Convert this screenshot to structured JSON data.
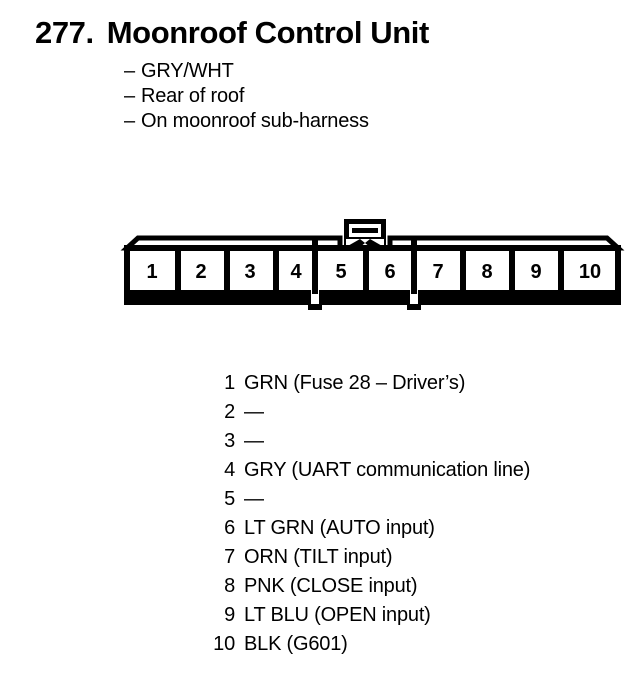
{
  "header": {
    "number": "277.",
    "title": "Moonroof Control Unit",
    "bullets": [
      {
        "dash": "–",
        "text": "GRY/WHT"
      },
      {
        "dash": "–",
        "text": "Rear of roof"
      },
      {
        "dash": "–",
        "text": "On moonroof sub-harness"
      }
    ]
  },
  "connector": {
    "name": "10-pin connector",
    "pin_count": 10,
    "pin_labels": [
      "1",
      "2",
      "3",
      "4",
      "5",
      "6",
      "7",
      "8",
      "9",
      "10"
    ],
    "latch": "locking-tab",
    "outline_color": "#000000",
    "fill_color": "#ffffff"
  },
  "pin_list": [
    {
      "number": "1",
      "desc": "GRN (Fuse 28 – Driver’s)"
    },
    {
      "number": "2",
      "desc": "—"
    },
    {
      "number": "3",
      "desc": "—"
    },
    {
      "number": "4",
      "desc": "GRY (UART communication line)"
    },
    {
      "number": "5",
      "desc": "—"
    },
    {
      "number": "6",
      "desc": "LT GRN (AUTO input)"
    },
    {
      "number": "7",
      "desc": "ORN (TILT input)"
    },
    {
      "number": "8",
      "desc": "PNK (CLOSE input)"
    },
    {
      "number": "9",
      "desc": "LT BLU (OPEN input)"
    },
    {
      "number": "10",
      "desc": "BLK (G601)"
    }
  ]
}
